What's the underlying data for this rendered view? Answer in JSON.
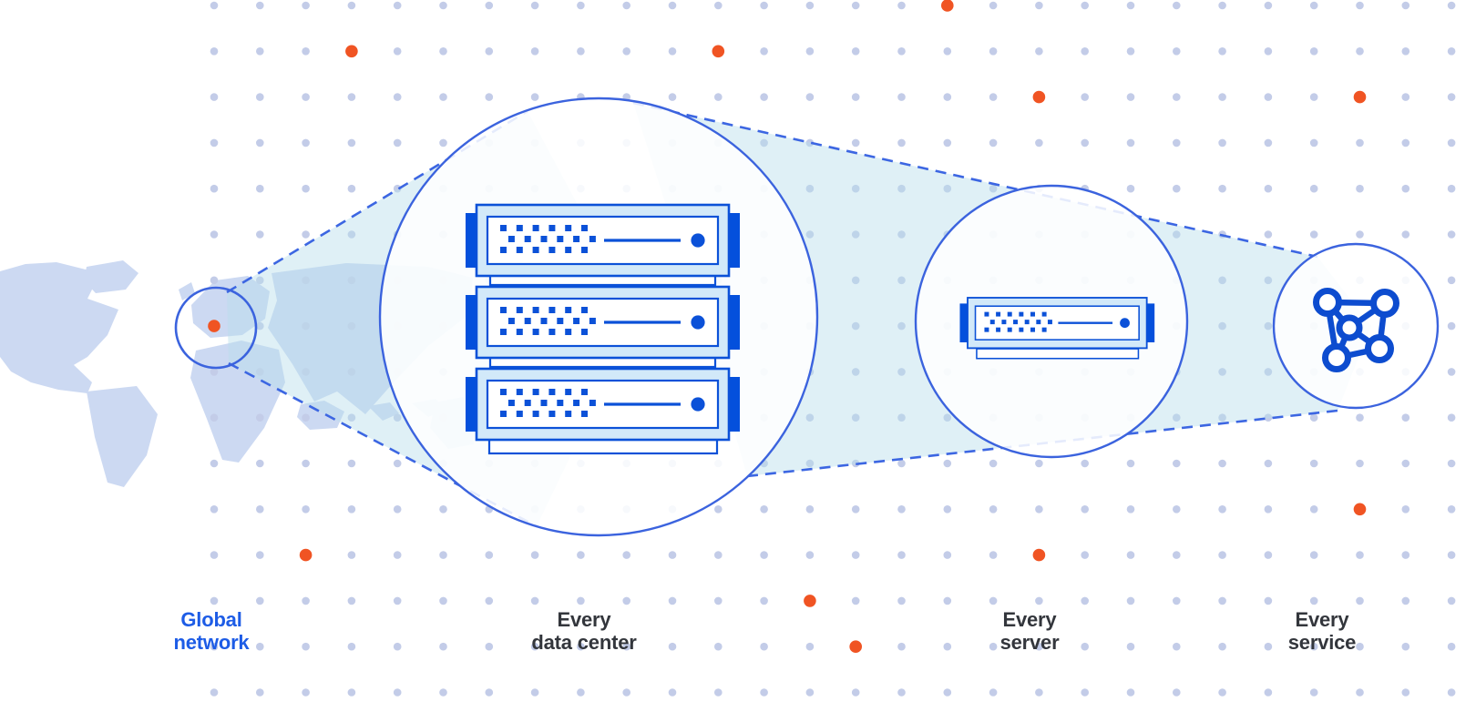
{
  "labels": {
    "global": {
      "line1": "Global",
      "line2": "network"
    },
    "data_center": {
      "line1": "Every",
      "line2": "data center"
    },
    "server": {
      "line1": "Every",
      "line2": "server"
    },
    "service": {
      "line1": "Every",
      "line2": "service"
    }
  },
  "icons": {
    "map": "world-map",
    "region": "map-region-circle",
    "data_center": "server-rack-icon",
    "server": "server-icon",
    "service": "network-nodes-icon",
    "background": "dot-grid-pattern"
  },
  "colors": {
    "background": "#ffffff",
    "grid_dot": "#c3cce8",
    "orange_dot": "#f05423",
    "map_land": "#ccd9f2",
    "beam_fill": "rgba(183,222,236,0.45)",
    "circle_fill": "rgba(255,255,255,0.87)",
    "circle_stroke": "#3b63de",
    "dash_stroke": "#3c66e2",
    "server_stroke": "#0b51d8",
    "server_fill": "#d2e9f9",
    "server_inner_fill": "#ffffff",
    "server_dark": "#0450dc",
    "icon_blue": "#0d4ccf",
    "label_dark": "#33363c",
    "label_blue": "#1d5ce6"
  }
}
